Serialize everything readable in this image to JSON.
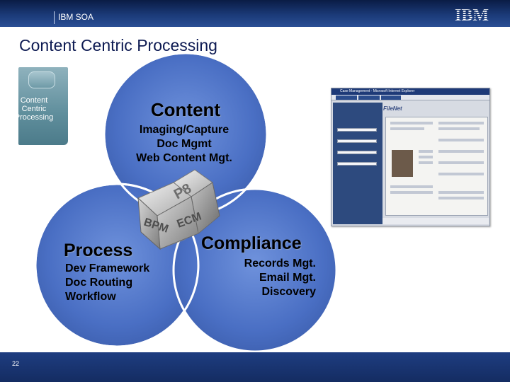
{
  "header": {
    "brand_label": "IBM SOA",
    "logo_text": "IBM"
  },
  "slide": {
    "title": "Content Centric Processing",
    "page_number": "22"
  },
  "section_tab": {
    "label": "Content\nCentric\nProcessing"
  },
  "diagram": {
    "content": {
      "title": "Content",
      "items": [
        "Imaging/Capture",
        "Doc Mgmt",
        "Web Content Mgt."
      ]
    },
    "process": {
      "title": "Process",
      "items": [
        "Dev Framework",
        "Doc Routing",
        "Workflow"
      ]
    },
    "compliance": {
      "title": "Compliance",
      "items": [
        "Records Mgt.",
        "Email Mgt.",
        "Discovery"
      ]
    },
    "cube": {
      "faces": [
        "P8",
        "BPM",
        "ECM"
      ]
    }
  },
  "screenshot": {
    "window_title": "Case Management - Microsoft Internet Explorer",
    "logo": "FileNet"
  },
  "colors": {
    "circle_fill": "#4f74c6",
    "header_dark": "#0a1c45",
    "title_text": "#0d1a52",
    "tab_teal": "#5f8e9c"
  }
}
